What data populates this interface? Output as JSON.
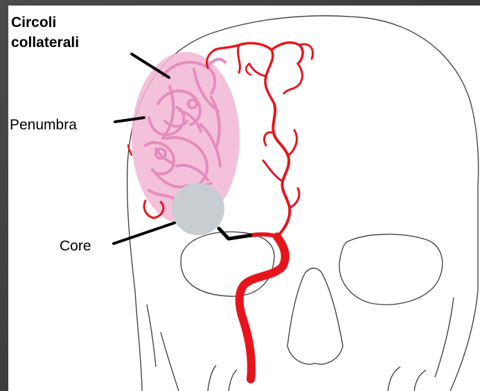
{
  "labels": {
    "collateral_line1": "Circoli",
    "collateral_line2": "collaterali",
    "penumbra": "Penumbra",
    "core": "Core"
  },
  "colors": {
    "artery": "#e8141c",
    "penumbra_fill": "#f2b6d4",
    "collateral_vessels": "#e58cbd",
    "core_fill": "#c8cdd1",
    "skull_outline": "#444444",
    "pointer": "#000000",
    "background_frame": "#3a3a3a"
  }
}
